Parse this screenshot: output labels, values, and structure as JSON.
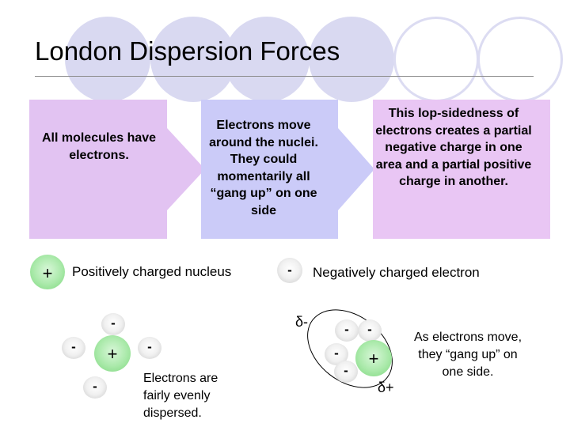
{
  "slide": {
    "title": "London Dispersion Forces"
  },
  "panels": [
    {
      "text": "All molecules have electrons.",
      "color": "#e2c3f2"
    },
    {
      "text": "Electrons move around the nuclei.  They could momentarily all “gang up” on one side",
      "color": "#cbcbf8"
    },
    {
      "text": "This lop-sidedness of electrons creates a partial negative charge in one area and a partial positive charge in another.",
      "color": "#e9c6f4"
    }
  ],
  "legend": {
    "nucleus_symbol": "+",
    "nucleus_label": "Positively charged nucleus",
    "electron_symbol": "-",
    "electron_label": "Negatively charged electron"
  },
  "even_molecule": {
    "nucleus_symbol": "+",
    "electron_symbol": "-",
    "caption": "Electrons are fairly evenly dispersed."
  },
  "polarized_molecule": {
    "nucleus_symbol": "+",
    "electron_symbol": "-",
    "delta_negative": "δ-",
    "delta_positive": "δ+",
    "caption": "As electrons move, they “gang up” on one side."
  },
  "colors": {
    "deco_circles": "#d9d9f1",
    "nucleus_green": "#8fdc8f",
    "electron_gray": "#d9d9d9"
  }
}
